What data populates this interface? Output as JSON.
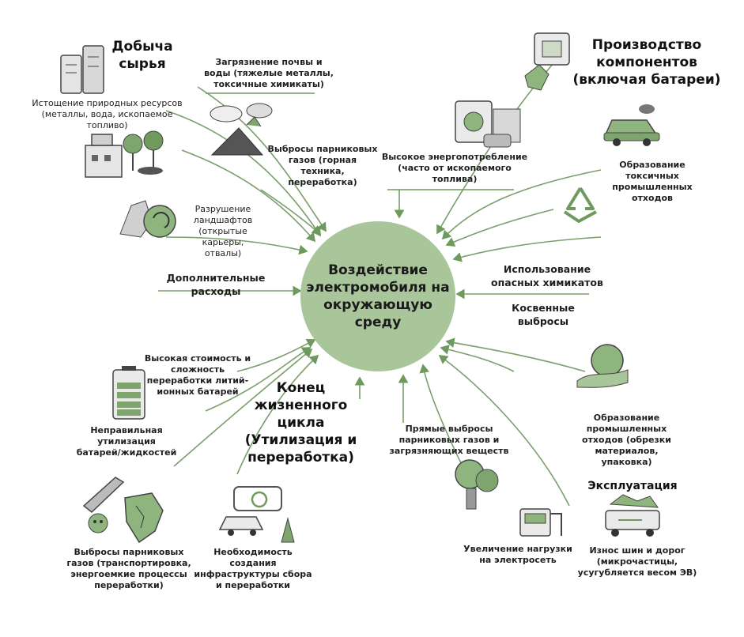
{
  "center": "Воздействие электромобиля на окружающую среду",
  "headings": {
    "raw": "Добыча сырья",
    "production": "Производство компонентов (включая батареи)",
    "eol": "Конец жизненного цикла (Утилизация и переработка)",
    "operation": "Эксплуатация"
  },
  "labels": {
    "depletion": "Истощение природных ресурсов (металлы, вода, ископаемое топливо)",
    "soil": "Загрязнение почвы и воды (тяжелые металлы, токсичные химикаты)",
    "ghg_mining": "Выбросы парниковых газов (горная техника, переработка)",
    "landscape": "Разрушение ландшафтов (открытые карьеры, отвалы)",
    "extra": "Дополнительные расходы",
    "energy": "Высокое энергопотребление (часто от ископаемого топлива)",
    "toxic_waste": "Образование токсичных промышленных отходов",
    "hazard": "Использование опасных химикатов",
    "indirect": "Косвенные выбросы",
    "recycling_cost": "Высокая стоимость и сложность переработки литий-ионных батарей",
    "improper": "Неправильная утилизация батарей/жидкостей",
    "ghg_transport": "Выбросы парниковых газов (транспортировка, энергоемкие процессы переработки)",
    "infrastructure": "Необходимость создания инфраструктуры сбора и переработки",
    "direct": "Прямые выбросы парниковых газов и загрязняющих веществ",
    "grid": "Увеличение нагрузки на электросеть",
    "industrial_waste": "Образование промышленных отходов (обрезки материалов, упаковка)",
    "tires": "Износ шин и дорог (микрочастицы, усугубляется весом ЭВ)"
  },
  "icons": [
    "factory-icon",
    "power-plant-icon",
    "trees-icon",
    "mountain-cloud-icon",
    "rock-recycle-icon",
    "gear-box-icon",
    "battery-factory-icon",
    "car-icon",
    "recycle-icon",
    "hand-leaf-icon",
    "battery-icon",
    "tanker-icon",
    "broken-earth-icon",
    "recycle-car-icon",
    "tree-stump-icon",
    "charging-station-icon",
    "car-wear-icon"
  ],
  "colors": {
    "hub": "#a9c59a",
    "accent": "#6f9a5e",
    "arrow": "#7a9e6c",
    "dark": "#4a4a4a"
  }
}
